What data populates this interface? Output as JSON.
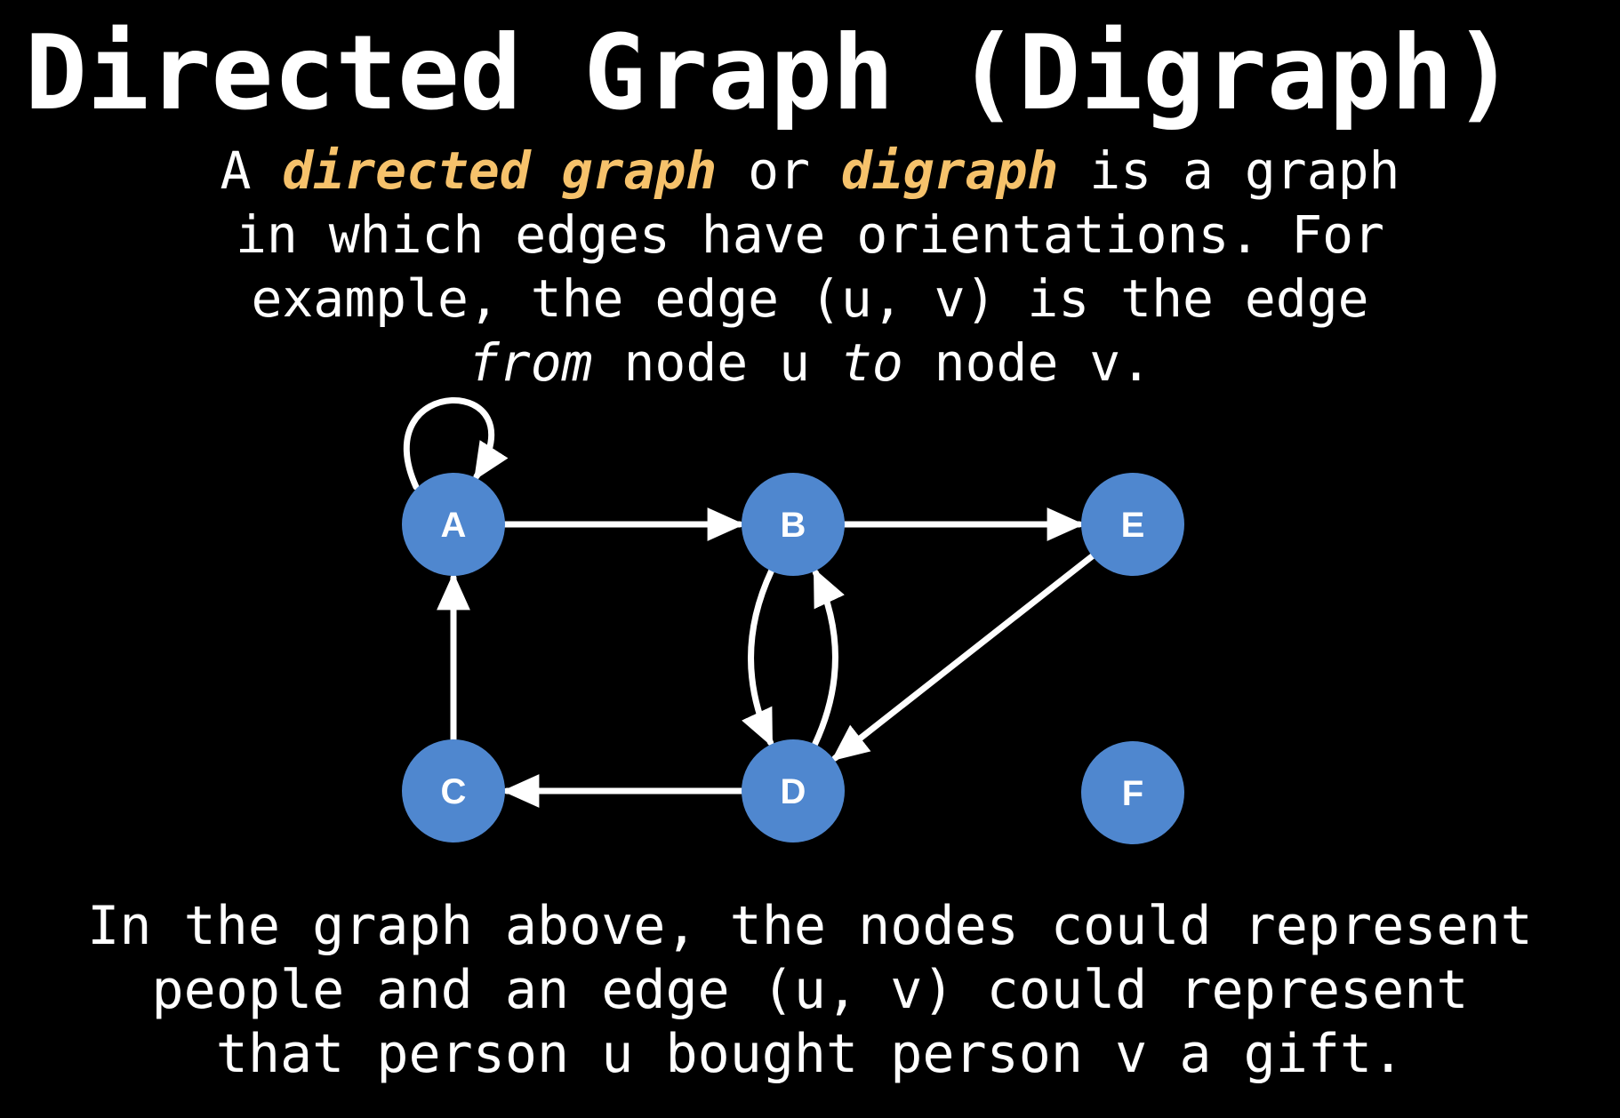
{
  "title": "Directed Graph (Digraph)",
  "intro": {
    "line1": {
      "a": "A ",
      "term1": "directed graph",
      "b": " or ",
      "term2": "digraph",
      "c": " is a graph"
    },
    "line2": "in which edges have orientations. For",
    "line3": "example, the edge (u, v) is the edge",
    "line4": {
      "from": "from",
      "mid": " node u ",
      "to": "to",
      "end": " node v."
    }
  },
  "outro": {
    "line1": "In the graph above, the nodes could represent",
    "line2": "people and an edge (u, v) could represent",
    "line3": "that person u bought person v a gift."
  },
  "colors": {
    "node_fill": "#4f87cf",
    "edge": "#ffffff",
    "highlight": "#f6c26b",
    "background": "#000000"
  },
  "graph": {
    "nodes": [
      {
        "id": "A",
        "label": "A"
      },
      {
        "id": "B",
        "label": "B"
      },
      {
        "id": "C",
        "label": "C"
      },
      {
        "id": "D",
        "label": "D"
      },
      {
        "id": "E",
        "label": "E"
      },
      {
        "id": "F",
        "label": "F"
      }
    ],
    "edges": [
      {
        "from": "A",
        "to": "A"
      },
      {
        "from": "A",
        "to": "B"
      },
      {
        "from": "B",
        "to": "E"
      },
      {
        "from": "B",
        "to": "D"
      },
      {
        "from": "D",
        "to": "B"
      },
      {
        "from": "E",
        "to": "D"
      },
      {
        "from": "D",
        "to": "C"
      },
      {
        "from": "C",
        "to": "A"
      }
    ]
  }
}
